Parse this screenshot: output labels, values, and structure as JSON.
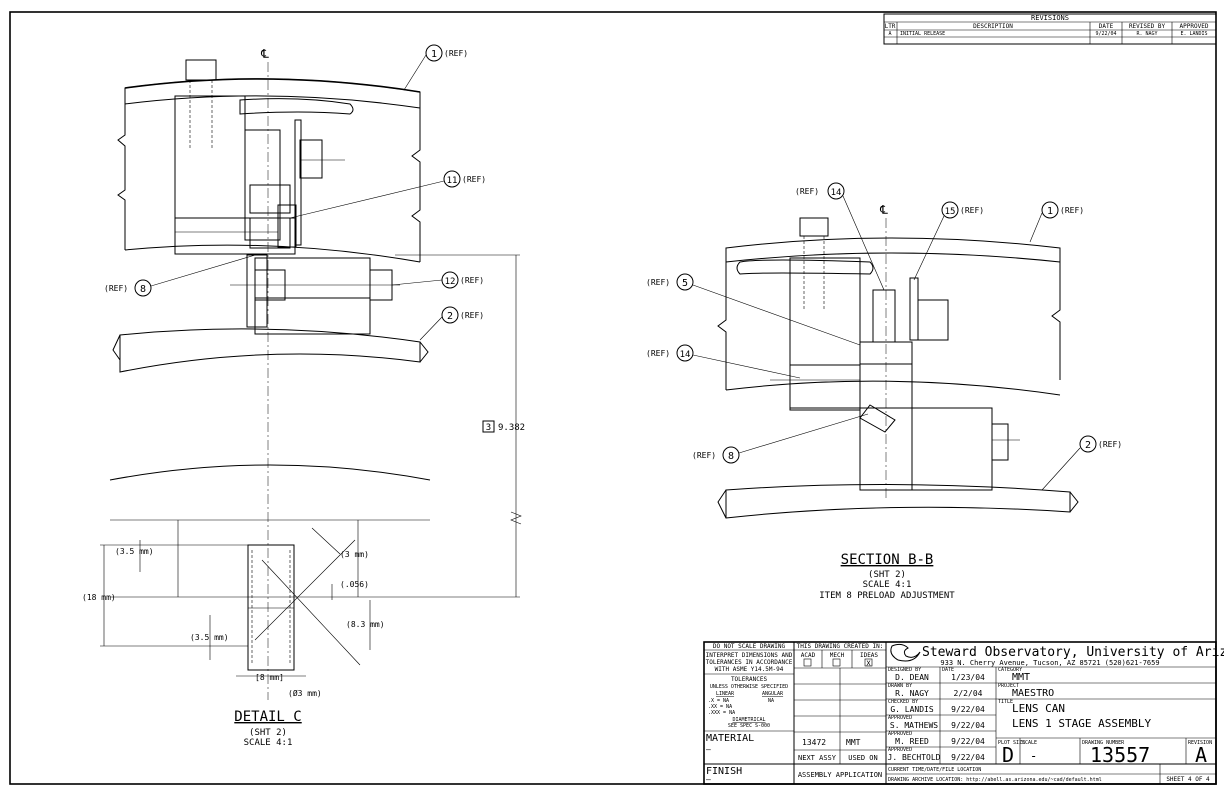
{
  "revisions": {
    "title": "REVISIONS",
    "headers": [
      "LTR",
      "DESCRIPTION",
      "DATE",
      "REVISED BY",
      "APPROVED"
    ],
    "rows": [
      [
        "A",
        "INITIAL RELEASE",
        "9/22/04",
        "R. NAGY",
        "E. LANDIS"
      ]
    ]
  },
  "detail_c": {
    "title": "DETAIL C",
    "sheet_ref": "(SHT 2)",
    "scale": "SCALE 4:1",
    "callouts": {
      "item1": "1",
      "item1_ref": "(REF)",
      "item11": "11",
      "item11_ref": "(REF)",
      "item8": "8",
      "item8_ref": "(REF)",
      "item12": "12",
      "item12_ref": "(REF)",
      "item2": "2",
      "item2_ref": "(REF)"
    },
    "centerline": "℄",
    "dims": {
      "box_num": "3",
      "overall": "9.382",
      "d35a": "(3.5 mm)",
      "d3": "(3 mm)",
      "d056": "(.056)",
      "d18": "(18 mm)",
      "d83": "(8.3 mm)",
      "d35b": "(3.5 mm)",
      "d8": "[8 mm]",
      "dia3": "(Ø3 mm)"
    }
  },
  "section_bb": {
    "title": "SECTION B-B",
    "sheet_ref": "(SHT 2)",
    "scale": "SCALE 4:1",
    "note": "ITEM 8 PRELOAD ADJUSTMENT",
    "centerline": "℄",
    "callouts": {
      "ref14a": "(REF)",
      "item14a": "14",
      "item15": "15",
      "item15_ref": "(REF)",
      "item1": "1",
      "item1_ref": "(REF)",
      "ref5": "(REF)",
      "item5": "5",
      "ref14b": "(REF)",
      "item14b": "14",
      "ref8": "(REF)",
      "item8": "8",
      "item2": "2",
      "item2_ref": "(REF)"
    }
  },
  "notes_block": {
    "dnsd": "DO NOT SCALE DRAWING",
    "interp1": "INTERPRET DIMENSIONS AND",
    "interp2": "TOLERANCES IN ACCORDANCE",
    "interp3": "WITH ASME Y14.5M-94",
    "tol_title": "TOLERANCES",
    "tol_sub": "UNLESS OTHERWISE SPECIFIED",
    "linear": "LINEAR",
    "angular": "ANGULAR",
    "tol1": ".X   = NA",
    "tol1a": "NA",
    "tol2": ".XX  = NA",
    "tol3": ".XXX = NA",
    "diam": "DIAMETRICAL",
    "diam_spec": "SEE SPEC S-000",
    "material_label": "MATERIAL",
    "material_val": "–",
    "finish_label": "FINISH",
    "finish_val": "–"
  },
  "created_block": {
    "title": "THIS DRAWING CREATED IN:",
    "acad": "ACAD",
    "mech": "MECH",
    "ideas": "IDEAS",
    "ideas_mark": "X",
    "next_assy_val": "13472",
    "used_on_val": "MMT",
    "next_assy": "NEXT ASSY",
    "used_on": "USED ON",
    "assembly_app": "ASSEMBLY APPLICATION"
  },
  "title_block": {
    "org_name": "Steward Observatory, University of Arizona",
    "org_address": "933 N. Cherry Avenue, Tucson, AZ  85721   (520)621-7659",
    "designed_label": "DESIGNED BY",
    "designed_by": "D. DEAN",
    "date_label": "DATE",
    "designed_date": "1/23/04",
    "drawn_label": "DRAWN BY",
    "drawn_by": "R. NAGY",
    "drawn_date": "2/2/04",
    "checked_label": "CHECKED BY",
    "checked_by": "G. LANDIS",
    "checked_date": "9/22/04",
    "approved_label": "APPROVED",
    "approved1": "S. MATHEWS",
    "approved1_date": "9/22/04",
    "approved2": "M. REED",
    "approved2_date": "9/22/04",
    "approved3": "J. BECHTOLD",
    "approved3_date": "9/22/04",
    "category_label": "CATEGORY",
    "category": "MMT",
    "project_label": "PROJECT",
    "project": "MAESTRO",
    "title_label": "TITLE",
    "title1": "LENS CAN",
    "title2": "LENS 1 STAGE ASSEMBLY",
    "plot_size_label": "PLOT SIZE",
    "plot_size": "D",
    "scale_label": "SCALE",
    "scale": "-",
    "drawing_no_label": "DRAWING NUMBER",
    "drawing_no": "13557",
    "revision_label": "REVISION",
    "revision": "A",
    "file_loc": "CURRENT TIME/DATE/FILE LOCATION",
    "archive": "DRAWING ARCHIVE LOCATION: http://abell.as.arizona.edu/~cad/default.html",
    "sheet": "SHEET 4 OF 4"
  }
}
